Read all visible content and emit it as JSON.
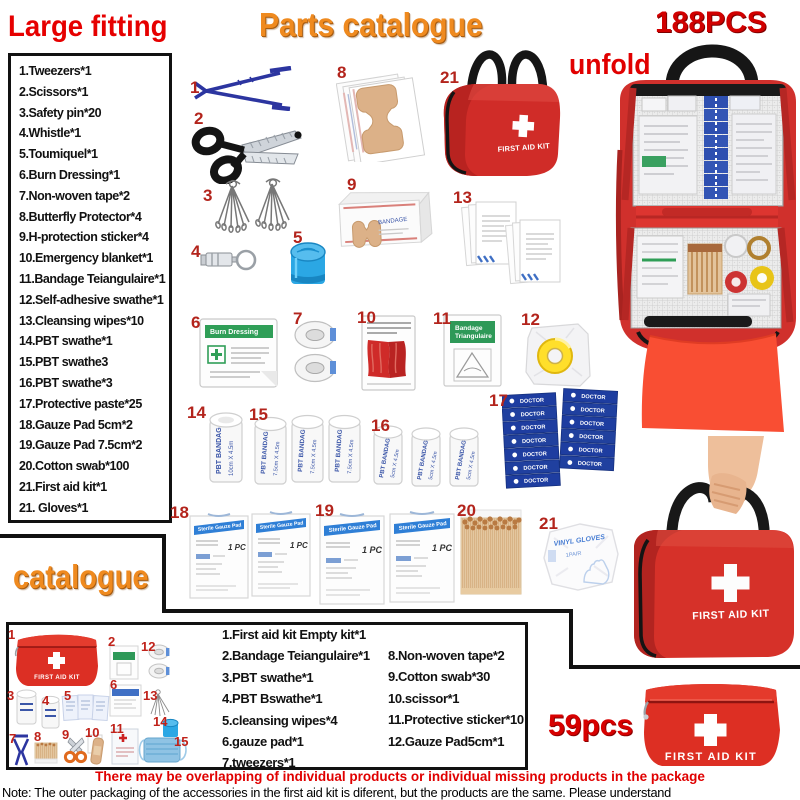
{
  "header": {
    "large_fitting": "Large fitting",
    "parts_catalogue": "Parts catalogue",
    "total_pcs": "188PCS",
    "unfold": "unfold",
    "catalogue": "catalogue",
    "small_pcs": "59pcs"
  },
  "colors": {
    "title_red": "#e60000",
    "label_red": "#b3241c",
    "orange": "#ef8a1f",
    "bag_red": "#d0302c",
    "flap_red": "#f94e33"
  },
  "large_fitting_list": {
    "items": [
      "1.Tweezers*1",
      "2.Scissors*1",
      "3.Safety pin*20",
      "4.Whistle*1",
      "5.Toumiquel*1",
      "6.Burn Dressing*1",
      "7.Non-woven tape*2",
      "8.Butterfly Protector*4",
      "9.H-protection sticker*4",
      "10.Emergency blanket*1",
      "11.Bandage Teiangulaire*1",
      "12.Self-adhesive swathe*1",
      "13.Cleansing wipes*10",
      "14.PBT swathe*1",
      "15.PBT swathe3",
      "16.PBT swathe*3",
      "17.Protective paste*25",
      "18.Gauze Pad 5cm*2",
      "19.Gauze Pad 7.5cm*2",
      "20.Cotton swab*100",
      "21.First aid kit*1",
      "21. Gloves*1"
    ]
  },
  "product_labels": {
    "tweezers": "1",
    "scissors": "2",
    "safety_pins": "3",
    "whistle": "4",
    "tourniquet": "5",
    "burn_dressing": "6",
    "nonwoven_tape": "7",
    "butterfly_protector": "8",
    "h_protection": "9",
    "emergency_blanket": "10",
    "bandage_triangulaire": "11",
    "self_adhesive": "12",
    "cleansing_wipes": "13",
    "pbt_single": "14",
    "pbt_75": "15",
    "pbt_5": "16",
    "protective_paste": "17",
    "gauze_5cm": "18",
    "gauze_75cm": "19",
    "cotton_swab": "20",
    "first_aid_bag": "21",
    "gloves": "21"
  },
  "small_kit": {
    "collage_labels": [
      "1",
      "2",
      "3",
      "4",
      "5",
      "6",
      "7",
      "8",
      "9",
      "10",
      "11",
      "12",
      "13",
      "14",
      "15"
    ],
    "list_col1": [
      "1.First aid kit Empty kit*1",
      "2.Bandage Teiangulaire*1",
      "3.PBT swathe*1",
      "4.PBT Bswathe*1",
      "5.cleansing wipes*4",
      "6.gauze pad*1",
      "7.tweezers*1"
    ],
    "list_col2": [
      "8.Non-woven tape*2",
      "9.Cotton swab*30",
      "10.scissor*1",
      "11.Protective sticker*10",
      "12.Gauze Pad5cm*1"
    ]
  },
  "art": {
    "first_aid_kit": "FIRST AID KIT",
    "sterile_gauze": "Sterile Gauze Pad",
    "one_pc": "1 PC",
    "pbt_bandage": "PBT BANDAG",
    "size_10": "10cm X 4.5m",
    "size_75": "7.5cm X 4.5m",
    "size_5": "5cm X 4.5m",
    "doctor": "DOCTOR",
    "bandage_word": "Bandage",
    "triangulaire_word": "Triangulaire",
    "vinyl_gloves": "VINYL GLOVES",
    "one_pair": "1PAIR",
    "burn_dressing": "Burn Dressing"
  },
  "footer": {
    "warning": "There may be overlapping of individual products or individual missing products in the package",
    "note": "Note: The outer packaging of the accessories in the first aid kit is diferent, but the products are the same. Please understand"
  }
}
